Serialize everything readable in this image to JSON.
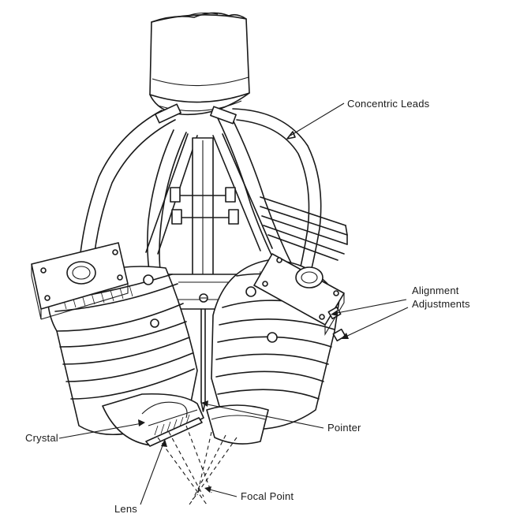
{
  "labels": {
    "concentric_leads": "Concentric Leads",
    "alignment": "Alignment",
    "adjustments": "Adjustments",
    "crystal": "Crystal",
    "pointer": "Pointer",
    "lens": "Lens",
    "focal_point": "Focal Point"
  },
  "colors": {
    "ink": "#1a1a1a",
    "paper": "#ffffff"
  }
}
